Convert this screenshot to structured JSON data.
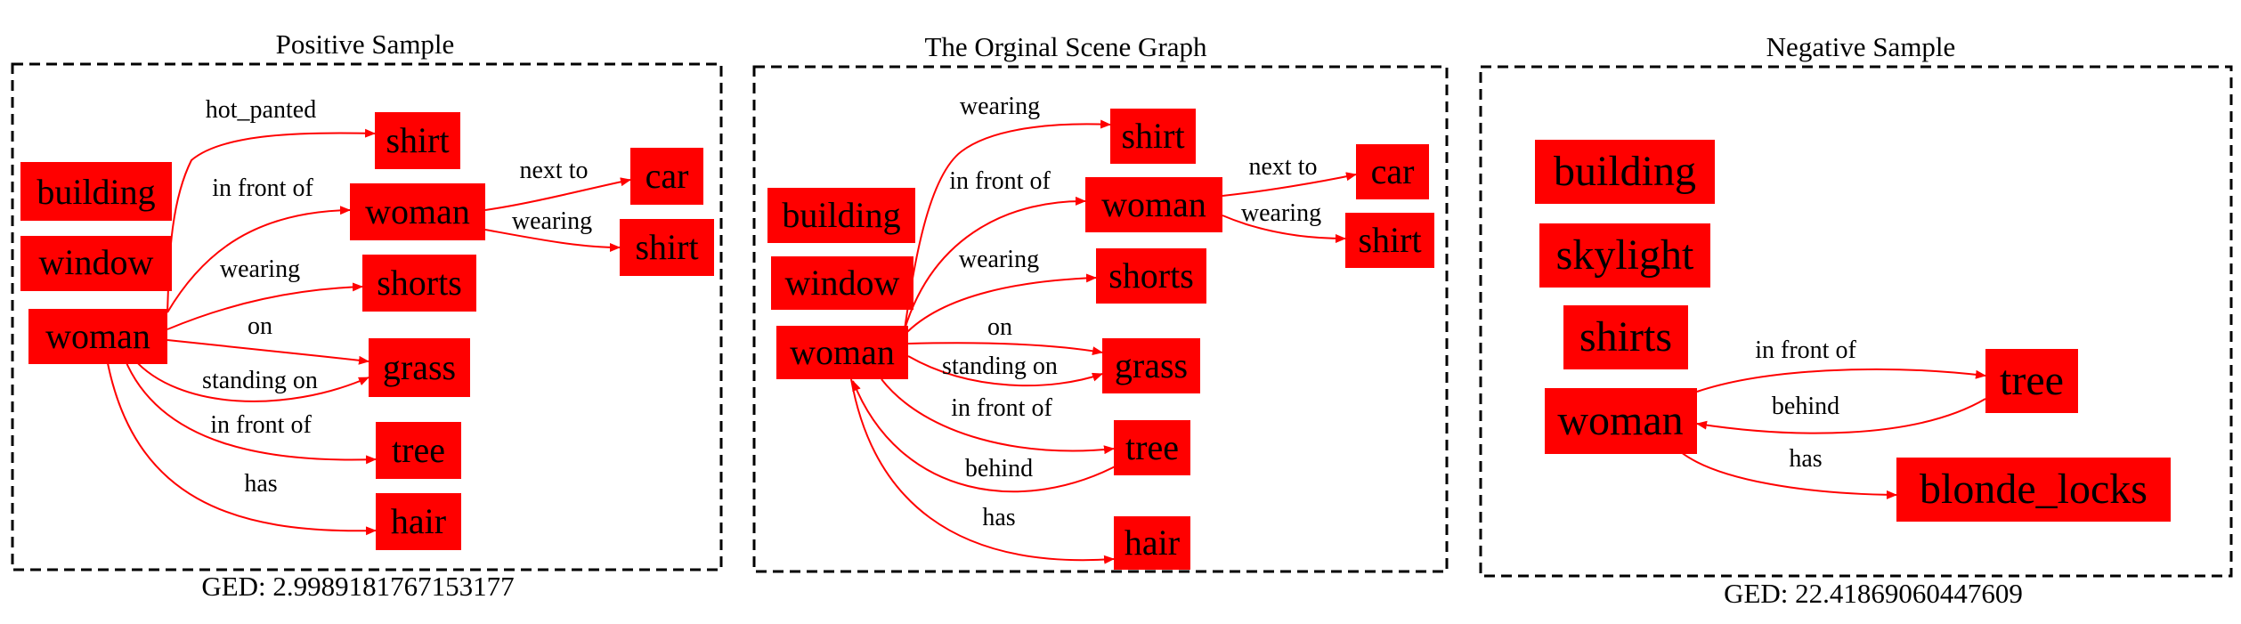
{
  "panels": [
    {
      "title": "Positive Sample",
      "footer": "GED: 2.9989181767153177",
      "nodes": [
        {
          "id": "n0",
          "label": "shirt"
        },
        {
          "id": "n1",
          "label": "building"
        },
        {
          "id": "n2",
          "label": "woman"
        },
        {
          "id": "n3",
          "label": "car"
        },
        {
          "id": "n4",
          "label": "shirt"
        },
        {
          "id": "n5",
          "label": "window"
        },
        {
          "id": "n6",
          "label": "shorts"
        },
        {
          "id": "n7",
          "label": "woman"
        },
        {
          "id": "n8",
          "label": "grass"
        },
        {
          "id": "n9",
          "label": "tree"
        },
        {
          "id": "n10",
          "label": "hair"
        }
      ],
      "edges": [
        {
          "id": "e0",
          "from": "n7",
          "to": "n0",
          "label": "hot_panted"
        },
        {
          "id": "e1",
          "from": "n7",
          "to": "n2",
          "label": "in front of"
        },
        {
          "id": "e2",
          "from": "n2",
          "to": "n3",
          "label": "next to"
        },
        {
          "id": "e3",
          "from": "n2",
          "to": "n4",
          "label": "wearing"
        },
        {
          "id": "e4",
          "from": "n7",
          "to": "n6",
          "label": "wearing"
        },
        {
          "id": "e5",
          "from": "n7",
          "to": "n8",
          "label": "on"
        },
        {
          "id": "e6",
          "from": "n7",
          "to": "n8",
          "label": "standing on"
        },
        {
          "id": "e7",
          "from": "n7",
          "to": "n9",
          "label": "in front of"
        },
        {
          "id": "e8",
          "from": "n7",
          "to": "n10",
          "label": "has"
        }
      ]
    },
    {
      "title": "The Orginal Scene Graph",
      "footer": "",
      "nodes": [
        {
          "id": "m0",
          "label": "shirt"
        },
        {
          "id": "m1",
          "label": "woman"
        },
        {
          "id": "m2",
          "label": "car"
        },
        {
          "id": "m3",
          "label": "building"
        },
        {
          "id": "m4",
          "label": "shirt"
        },
        {
          "id": "m5",
          "label": "window"
        },
        {
          "id": "m6",
          "label": "shorts"
        },
        {
          "id": "m7",
          "label": "woman"
        },
        {
          "id": "m8",
          "label": "grass"
        },
        {
          "id": "m9",
          "label": "tree"
        },
        {
          "id": "m10",
          "label": "hair"
        }
      ],
      "edges": [
        {
          "id": "f0",
          "from": "m7",
          "to": "m0",
          "label": "wearing"
        },
        {
          "id": "f1",
          "from": "m7",
          "to": "m1",
          "label": "in front of"
        },
        {
          "id": "f2",
          "from": "m1",
          "to": "m2",
          "label": "next to"
        },
        {
          "id": "f3",
          "from": "m1",
          "to": "m4",
          "label": "wearing"
        },
        {
          "id": "f4",
          "from": "m7",
          "to": "m6",
          "label": "wearing"
        },
        {
          "id": "f5",
          "from": "m7",
          "to": "m8",
          "label": "on"
        },
        {
          "id": "f6",
          "from": "m7",
          "to": "m8",
          "label": "standing on"
        },
        {
          "id": "f7",
          "from": "m7",
          "to": "m9",
          "label": "in front of"
        },
        {
          "id": "f8",
          "from": "m9",
          "to": "m7",
          "label": "behind"
        },
        {
          "id": "f9",
          "from": "m7",
          "to": "m10",
          "label": "has"
        }
      ]
    },
    {
      "title": "Negative Sample",
      "footer": "GED: 22.41869060447609",
      "nodes": [
        {
          "id": "k0",
          "label": "building"
        },
        {
          "id": "k1",
          "label": "skylight"
        },
        {
          "id": "k2",
          "label": "shirts"
        },
        {
          "id": "k3",
          "label": "woman"
        },
        {
          "id": "k4",
          "label": "tree"
        },
        {
          "id": "k5",
          "label": "blonde_locks"
        }
      ],
      "edges": [
        {
          "id": "g0",
          "from": "k3",
          "to": "k4",
          "label": "in front of"
        },
        {
          "id": "g1",
          "from": "k4",
          "to": "k3",
          "label": "behind"
        },
        {
          "id": "g2",
          "from": "k3",
          "to": "k5",
          "label": "has"
        }
      ]
    }
  ],
  "colors": {
    "node_fill": "#ff0000",
    "edge": "#ff0000",
    "text": "#000000",
    "frame": "#000000"
  }
}
